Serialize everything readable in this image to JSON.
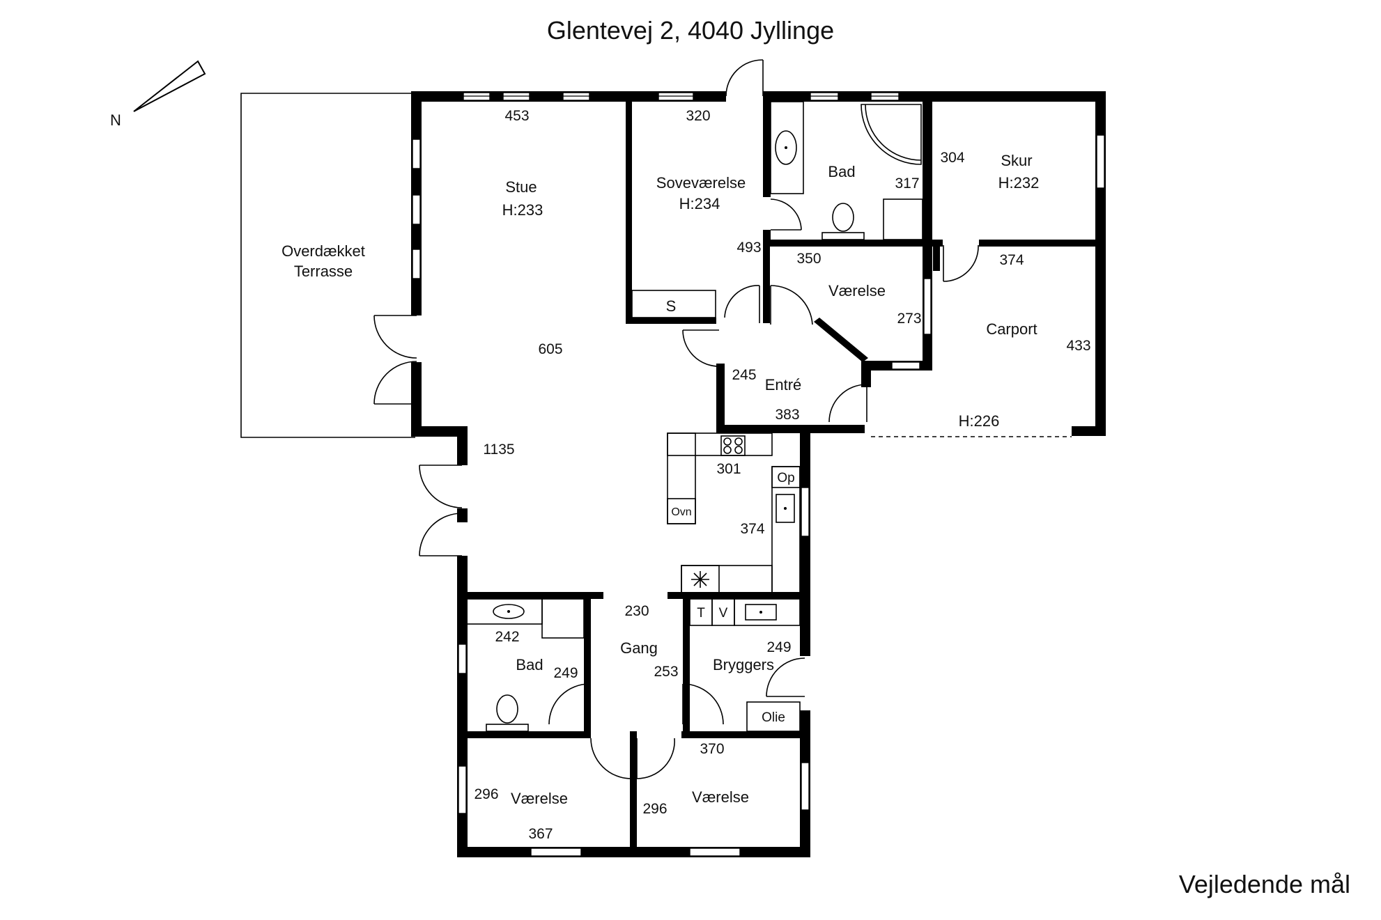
{
  "title": "Glentevej 2, 4040 Jyllinge",
  "compass": {
    "label": "N"
  },
  "footer": "Vejledende mål",
  "rooms": {
    "terrace_line1": "Overdækket",
    "terrace_line2": "Terrasse",
    "stue": "Stue",
    "stue_h": "H:233",
    "sove": "Soveværelse",
    "sove_h": "H:234",
    "bad1": "Bad",
    "skur": "Skur",
    "skur_h": "H:232",
    "vaerelse1": "Værelse",
    "carport": "Carport",
    "carport_h": "H:226",
    "entre": "Entré",
    "gang": "Gang",
    "bad2": "Bad",
    "bryggers": "Bryggers",
    "vaerelse2": "Værelse",
    "vaerelse3": "Værelse"
  },
  "fixtures": {
    "s": "S",
    "op": "Op",
    "ovn": "Ovn",
    "t": "T",
    "v": "V",
    "olie": "Olie"
  },
  "dims": {
    "d453": "453",
    "d320": "320",
    "d304": "304",
    "d317": "317",
    "d493": "493",
    "d350": "350",
    "d374a": "374",
    "d273": "273",
    "d433": "433",
    "d605": "605",
    "d245": "245",
    "d383": "383",
    "d1135": "1135",
    "d301": "301",
    "d374b": "374",
    "d230": "230",
    "d242": "242",
    "d249a": "249",
    "d253": "253",
    "d249b": "249",
    "d370": "370",
    "d296a": "296",
    "d367": "367",
    "d296b": "296"
  }
}
